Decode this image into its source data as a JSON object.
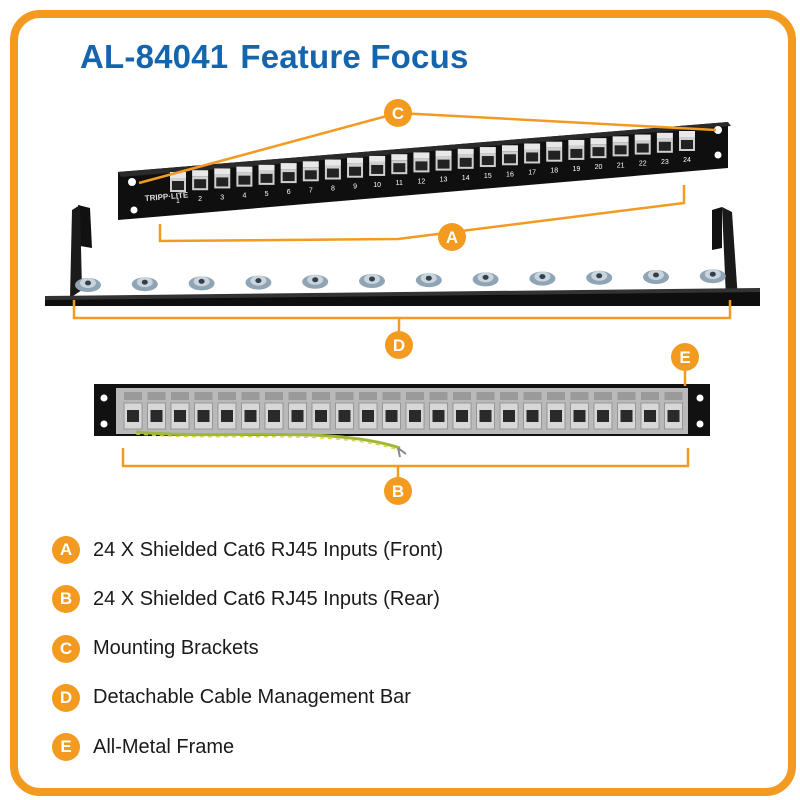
{
  "title": {
    "model": "AL-84041",
    "subtitle": "Feature Focus"
  },
  "brand_text": "TRIPP·LITE",
  "port_numbers": [
    "1",
    "2",
    "3",
    "4",
    "5",
    "6",
    "7",
    "8",
    "9",
    "10",
    "11",
    "12",
    "13",
    "14",
    "15",
    "16",
    "17",
    "18",
    "19",
    "20",
    "21",
    "22",
    "23",
    "24"
  ],
  "callouts": [
    "C",
    "A",
    "D",
    "E",
    "B"
  ],
  "legend": [
    {
      "letter": "A",
      "text": "24 X Shielded Cat6 RJ45 Inputs (Front)"
    },
    {
      "letter": "B",
      "text": "24 X Shielded Cat6 RJ45 Inputs (Rear)"
    },
    {
      "letter": "C",
      "text": "Mounting Brackets"
    },
    {
      "letter": "D",
      "text": "Detachable Cable Management Bar"
    },
    {
      "letter": "E",
      "text": "All-Metal Frame"
    }
  ],
  "colors": {
    "accent": "#f39a20",
    "title": "#1565ad",
    "panel": "#111111"
  }
}
